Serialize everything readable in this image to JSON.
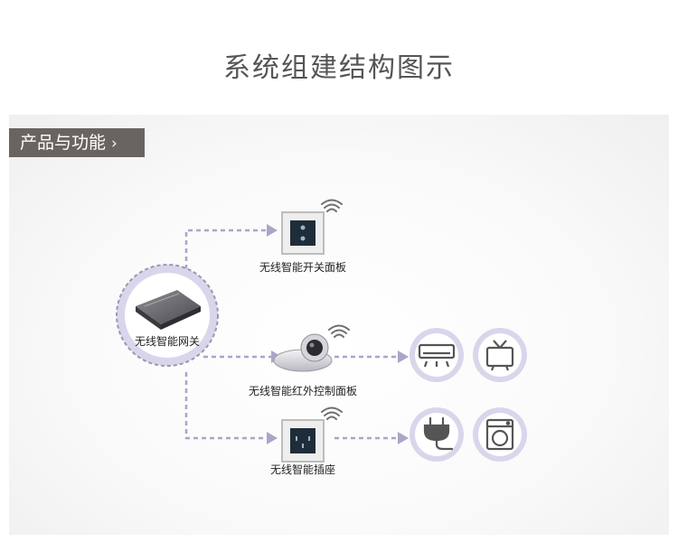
{
  "page": {
    "title": "系统组建结构图示"
  },
  "section": {
    "tag_label": "产品与功能",
    "tag_chevron": "›"
  },
  "nodes": {
    "gateway": {
      "label": "无线智能网关",
      "icon": "gateway-device-icon"
    },
    "switch_panel": {
      "label": "无线智能开关面板",
      "icon": "switch-panel-icon"
    },
    "ir_panel": {
      "label": "无线智能红外控制面板",
      "icon": "ir-controller-icon"
    },
    "socket": {
      "label": "无线智能插座",
      "icon": "wall-socket-icon"
    }
  },
  "appliances": [
    {
      "icon": "air-conditioner-icon"
    },
    {
      "icon": "television-icon"
    },
    {
      "icon": "power-plug-icon"
    },
    {
      "icon": "washing-machine-icon"
    }
  ],
  "colors": {
    "connector": "#a9a6c8",
    "ring_fill": "#d9d6ec",
    "ring_border": "#9a97b0",
    "tag_bg": "#6a6460",
    "icon_dark": "#555555"
  }
}
